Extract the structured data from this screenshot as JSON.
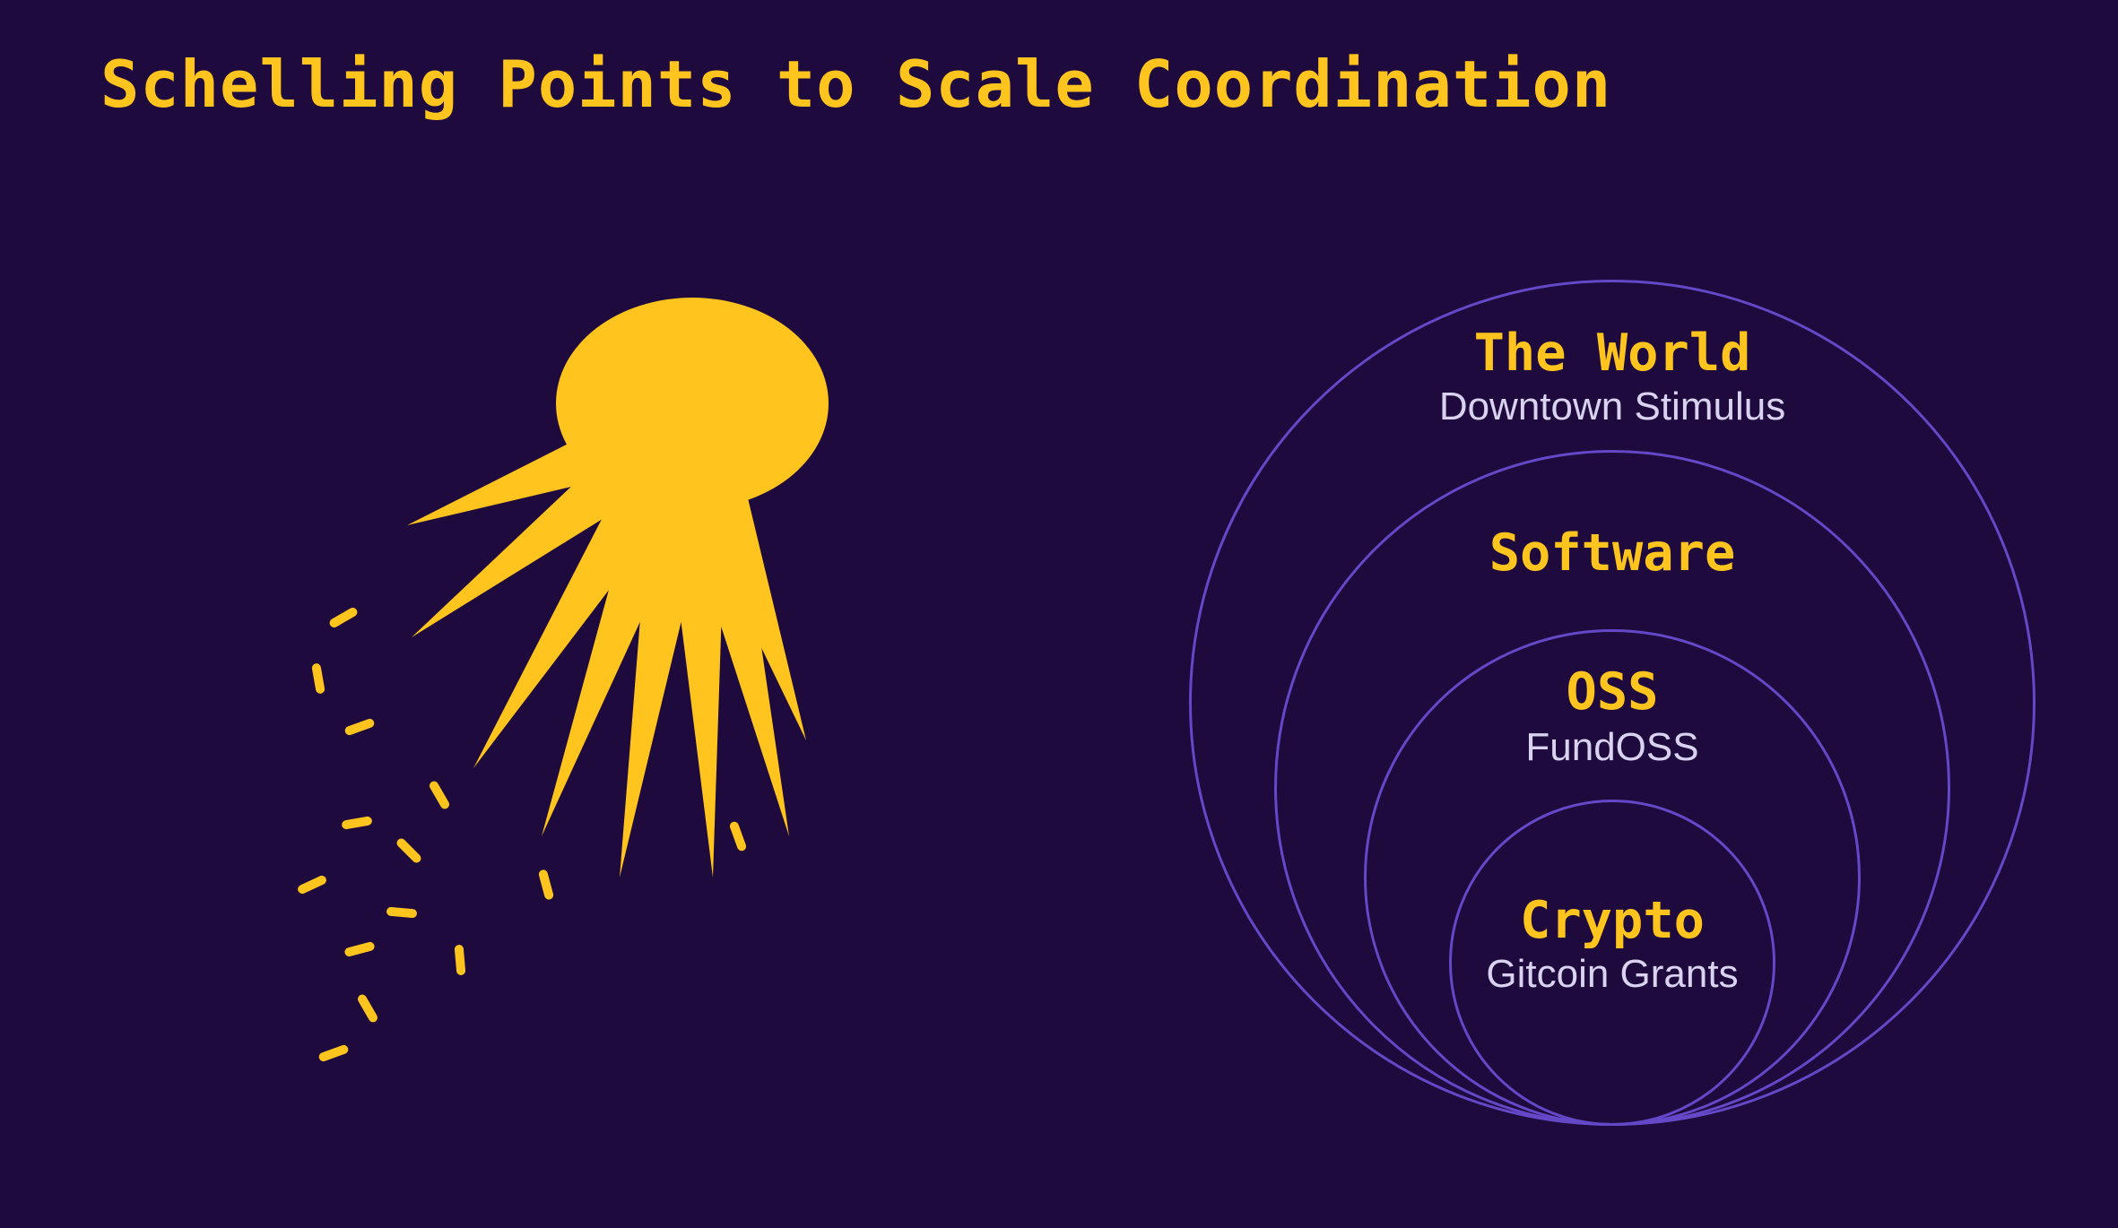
{
  "slide": {
    "title": "Schelling Points to Scale Coordination"
  },
  "colors": {
    "background": "#1e0a3c",
    "accent_yellow": "#ffc41e",
    "ring_stroke": "#6448c8",
    "sublabel_lavender": "#d9d2f0"
  },
  "diagram": {
    "rings": [
      {
        "label": "The World",
        "sublabel": "Downtown Stimulus"
      },
      {
        "label": "Software",
        "sublabel": ""
      },
      {
        "label": "OSS",
        "sublabel": "FundOSS"
      },
      {
        "label": "Crypto",
        "sublabel": "Gitcoin Grants"
      }
    ]
  },
  "illustration": {
    "icon": "comet-with-sparks-icon"
  }
}
